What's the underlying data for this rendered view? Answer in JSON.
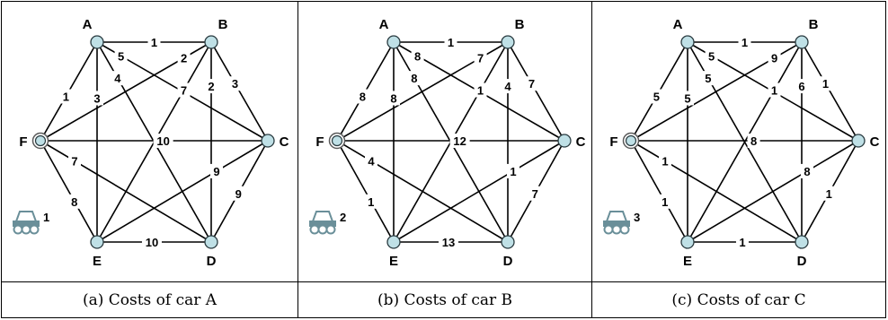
{
  "node_labels": [
    "A",
    "B",
    "C",
    "D",
    "E",
    "F"
  ],
  "colors": {
    "node_fill": "#bfe0e6",
    "node_stroke": "#2a3b40",
    "edge": "#000000",
    "car_icon": "#6a8f99",
    "depot_ring": "#5a5a5a"
  },
  "panels": [
    {
      "caption": "(a) Costs of car A",
      "car_number": "1",
      "edges": [
        {
          "from": "A",
          "to": "B",
          "weight": "1"
        },
        {
          "from": "A",
          "to": "F",
          "weight": "1"
        },
        {
          "from": "A",
          "to": "E",
          "weight": "3"
        },
        {
          "from": "A",
          "to": "D",
          "weight": "4"
        },
        {
          "from": "A",
          "to": "C",
          "weight": "5"
        },
        {
          "from": "B",
          "to": "F",
          "weight": "2"
        },
        {
          "from": "B",
          "to": "E",
          "weight": "7"
        },
        {
          "from": "B",
          "to": "D",
          "weight": "2"
        },
        {
          "from": "B",
          "to": "C",
          "weight": "3"
        },
        {
          "from": "F",
          "to": "C",
          "weight": "10"
        },
        {
          "from": "F",
          "to": "D",
          "weight": "7"
        },
        {
          "from": "F",
          "to": "E",
          "weight": "8"
        },
        {
          "from": "E",
          "to": "C",
          "weight": "9"
        },
        {
          "from": "C",
          "to": "D",
          "weight": "9"
        },
        {
          "from": "E",
          "to": "D",
          "weight": "10"
        }
      ]
    },
    {
      "caption": "(b) Costs of car B",
      "car_number": "2",
      "edges": [
        {
          "from": "A",
          "to": "B",
          "weight": "1"
        },
        {
          "from": "A",
          "to": "F",
          "weight": "8"
        },
        {
          "from": "A",
          "to": "E",
          "weight": "8"
        },
        {
          "from": "A",
          "to": "D",
          "weight": "8"
        },
        {
          "from": "A",
          "to": "C",
          "weight": "8"
        },
        {
          "from": "B",
          "to": "F",
          "weight": "7"
        },
        {
          "from": "B",
          "to": "E",
          "weight": "1"
        },
        {
          "from": "B",
          "to": "D",
          "weight": "4"
        },
        {
          "from": "B",
          "to": "C",
          "weight": "7"
        },
        {
          "from": "F",
          "to": "C",
          "weight": "12"
        },
        {
          "from": "F",
          "to": "D",
          "weight": "4"
        },
        {
          "from": "F",
          "to": "E",
          "weight": "1"
        },
        {
          "from": "E",
          "to": "C",
          "weight": "1"
        },
        {
          "from": "C",
          "to": "D",
          "weight": "7"
        },
        {
          "from": "E",
          "to": "D",
          "weight": "13"
        }
      ]
    },
    {
      "caption": "(c) Costs of car C",
      "car_number": "3",
      "edges": [
        {
          "from": "A",
          "to": "B",
          "weight": "1"
        },
        {
          "from": "A",
          "to": "F",
          "weight": "5"
        },
        {
          "from": "A",
          "to": "E",
          "weight": "5"
        },
        {
          "from": "A",
          "to": "D",
          "weight": "5"
        },
        {
          "from": "A",
          "to": "C",
          "weight": "5"
        },
        {
          "from": "B",
          "to": "F",
          "weight": "9"
        },
        {
          "from": "B",
          "to": "E",
          "weight": "1"
        },
        {
          "from": "B",
          "to": "D",
          "weight": "6"
        },
        {
          "from": "B",
          "to": "C",
          "weight": "1"
        },
        {
          "from": "F",
          "to": "C",
          "weight": "8"
        },
        {
          "from": "F",
          "to": "D",
          "weight": "1"
        },
        {
          "from": "F",
          "to": "E",
          "weight": "1"
        },
        {
          "from": "E",
          "to": "C",
          "weight": "8"
        },
        {
          "from": "C",
          "to": "D",
          "weight": "1"
        },
        {
          "from": "E",
          "to": "D",
          "weight": "1"
        }
      ]
    }
  ]
}
